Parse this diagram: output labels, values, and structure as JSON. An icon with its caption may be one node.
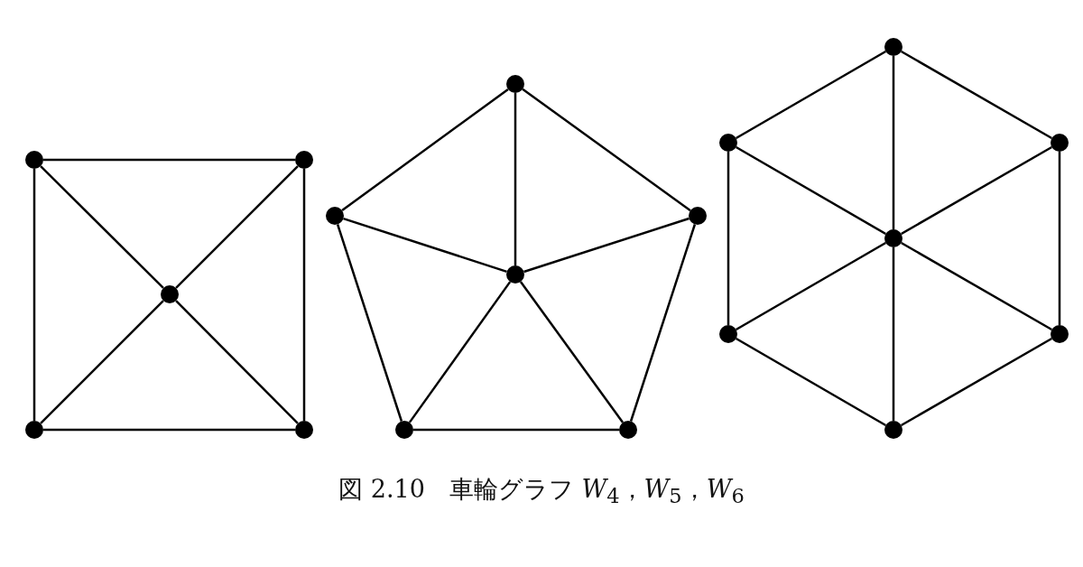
{
  "diagram": {
    "caption": "図 2.10　車輪グラフ *W*$_{4}$，*W*$_{5}$，*W*$_{6}$",
    "nodes": [
      {
        "text": [],
        "shape": "circle"
      },
      {
        "text": [],
        "shape": "circle"
      },
      {
        "text": [],
        "shape": "circle"
      },
      {
        "text": [],
        "shape": "circle"
      },
      {
        "text": [],
        "shape": "circle"
      },
      {
        "text": [],
        "shape": "circle"
      },
      {
        "text": [],
        "shape": "circle"
      },
      {
        "text": [],
        "shape": "circle"
      },
      {
        "text": [],
        "shape": "circle"
      },
      {
        "text": [],
        "shape": "circle"
      },
      {
        "text": [],
        "shape": "circle"
      },
      {
        "text": [],
        "shape": "circle"
      },
      {
        "text": [],
        "shape": "circle"
      },
      {
        "text": [],
        "shape": "circle"
      },
      {
        "text": [],
        "shape": "circle"
      },
      {
        "text": [],
        "shape": "circle"
      },
      {
        "text": [],
        "shape": "circle"
      },
      {
        "text": [],
        "shape": "circle"
      }
    ],
    "edges": [
      {
        "from": 0,
        "to": 1,
        "arrow": "none"
      },
      {
        "from": 1,
        "to": 4,
        "arrow": "none"
      },
      {
        "from": 4,
        "to": 3,
        "arrow": "none"
      },
      {
        "from": 3,
        "to": 0,
        "arrow": "none"
      },
      {
        "from": 2,
        "to": 0,
        "arrow": "none"
      },
      {
        "from": 2,
        "to": 1,
        "arrow": "none"
      },
      {
        "from": 2,
        "to": 3,
        "arrow": "none"
      },
      {
        "from": 2,
        "to": 4,
        "arrow": "none"
      },
      {
        "from": 5,
        "to": 7,
        "arrow": "none"
      },
      {
        "from": 7,
        "to": 10,
        "arrow": "none"
      },
      {
        "from": 10,
        "to": 9,
        "arrow": "none"
      },
      {
        "from": 9,
        "to": 6,
        "arrow": "none"
      },
      {
        "from": 6,
        "to": 5,
        "arrow": "none"
      },
      {
        "from": 8,
        "to": 5,
        "arrow": "none"
      },
      {
        "from": 8,
        "to": 6,
        "arrow": "none"
      },
      {
        "from": 8,
        "to": 7,
        "arrow": "none"
      },
      {
        "from": 8,
        "to": 9,
        "arrow": "none"
      },
      {
        "from": 8,
        "to": 10,
        "arrow": "none"
      },
      {
        "from": 11,
        "to": 13,
        "arrow": "none"
      },
      {
        "from": 13,
        "to": 16,
        "arrow": "none"
      },
      {
        "from": 16,
        "to": 17,
        "arrow": "none"
      },
      {
        "from": 17,
        "to": 15,
        "arrow": "none"
      },
      {
        "from": 15,
        "to": 12,
        "arrow": "none"
      },
      {
        "from": 12,
        "to": 11,
        "arrow": "none"
      },
      {
        "from": 14,
        "to": 11,
        "arrow": "none"
      },
      {
        "from": 14,
        "to": 12,
        "arrow": "none"
      },
      {
        "from": 14,
        "to": 13,
        "arrow": "none"
      },
      {
        "from": 14,
        "to": 15,
        "arrow": "none"
      },
      {
        "from": 14,
        "to": 16,
        "arrow": "none"
      },
      {
        "from": 14,
        "to": 17,
        "arrow": "none"
      }
    ]
  }
}
